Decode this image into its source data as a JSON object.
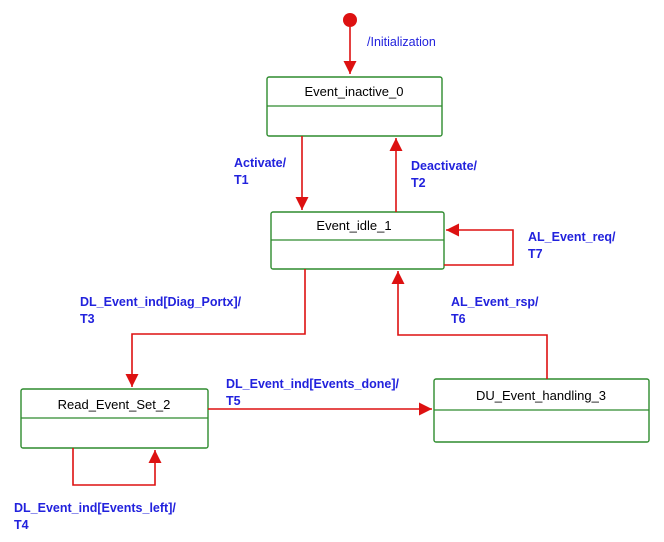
{
  "colors": {
    "state_border": "#2e8b2e",
    "transition": "#dd1111",
    "label": "#2222dd",
    "initial_dot": "#dd1111"
  },
  "initial": {
    "label": "/Initialization"
  },
  "states": {
    "s0": {
      "name": "Event_inactive_0"
    },
    "s1": {
      "name": "Event_idle_1"
    },
    "s2": {
      "name": "Read_Event_Set_2"
    },
    "s3": {
      "name": "DU_Event_handling_3"
    }
  },
  "transitions": {
    "t1": {
      "line1": "Activate/",
      "line2": "T1"
    },
    "t2": {
      "line1": "Deactivate/",
      "line2": "T2"
    },
    "t3": {
      "line1": "DL_Event_ind[Diag_Portx]/",
      "line2": "T3"
    },
    "t4": {
      "line1": "DL_Event_ind[Events_left]/",
      "line2": "T4"
    },
    "t5": {
      "line1": "DL_Event_ind[Events_done]/",
      "line2": "T5"
    },
    "t6": {
      "line1": "AL_Event_rsp/",
      "line2": "T6"
    },
    "t7": {
      "line1": "AL_Event_req/",
      "line2": "T7"
    }
  }
}
